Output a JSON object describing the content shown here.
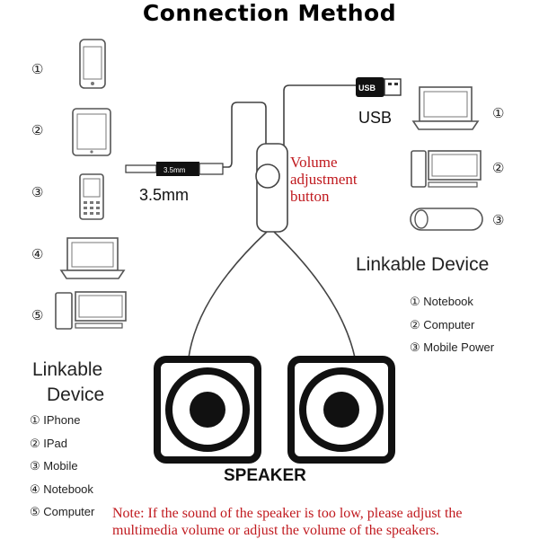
{
  "title": "Connection Method",
  "connector_labels": {
    "jack": "3.5mm",
    "jack_on_plug": "3.5mm",
    "usb": "USB",
    "usb_on_plug": "USB"
  },
  "volume_label": [
    "Volume",
    "adjustment",
    "button"
  ],
  "left_group": {
    "numbers": [
      "①",
      "②",
      "③",
      "④",
      "⑤"
    ],
    "icons": [
      "phone-icon",
      "tablet-icon",
      "mobile-phone-icon",
      "notebook-icon",
      "computer-icon"
    ],
    "heading": [
      "Linkable",
      "Device"
    ],
    "items": [
      "① IPhone",
      "② IPad",
      "③ Mobile",
      "④ Notebook",
      "⑤ Computer"
    ]
  },
  "right_group": {
    "numbers": [
      "①",
      "②",
      "③"
    ],
    "icons": [
      "notebook-icon",
      "computer-icon",
      "power-bank-icon"
    ],
    "heading": "Linkable Device",
    "items": [
      "① Notebook",
      "② Computer",
      "③ Mobile Power"
    ]
  },
  "speaker_label": "SPEAKER",
  "note": [
    "Note: If the sound of the speaker is too low, please adjust the",
    "multimedia volume or adjust the volume of the speakers."
  ],
  "colors": {
    "note": "#c0191e",
    "line": "#444444",
    "text": "#222222"
  }
}
